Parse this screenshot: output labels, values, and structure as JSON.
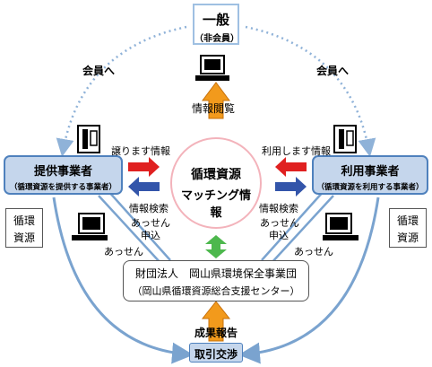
{
  "general": {
    "title": "一般",
    "subtitle": "（非会員）"
  },
  "member_left": "会員へ",
  "member_right": "会員へ",
  "info_view": "情報閲覧",
  "provider": {
    "title": "提供事業者",
    "subtitle": "（循環資源を提供する事業者）"
  },
  "user": {
    "title": "利用事業者",
    "subtitle": "（循環資源を利用する事業者）"
  },
  "center": {
    "line1": "循環資源",
    "line2": "マッチング情報"
  },
  "give_info": "譲ります情報",
  "use_info": "利用します情報",
  "search_left": "情報検索",
  "search_right": "情報検索",
  "resource_left": {
    "line1": "循環",
    "line2": "資源"
  },
  "resource_right": {
    "line1": "循環",
    "line2": "資源"
  },
  "left_inner_mediation": "あっせん",
  "left_apply": "申込",
  "left_outer_mediation": "あっせん",
  "right_inner_mediation": "あっせん",
  "right_apply": "申込",
  "right_outer_mediation": "あっせん",
  "foundation": {
    "line1": "財団法人　岡山県環境保全事業団",
    "line2": "（岡山県循環資源総合支援センター）"
  },
  "result_report": "成果報告",
  "deal": "取引交渉",
  "colors": {
    "box_blue": "#c5d6ec",
    "border_blue": "#4f81bd",
    "arrow_red": "#e02020",
    "arrow_blue": "#3355aa",
    "orange": "#f29a1c",
    "green": "#4db84d"
  }
}
